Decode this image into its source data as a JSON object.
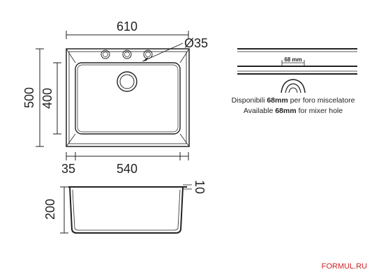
{
  "drawing": {
    "top_view": {
      "width_label": "610",
      "hole_label": "Ø35",
      "depth_outer_label": "500",
      "depth_inner_label": "400",
      "rim_label": "35",
      "inner_width_label": "540"
    },
    "section_view": {
      "height_label": "200",
      "rim_thickness_label": "10"
    },
    "mixer_detail": {
      "hole_size_label": "68 mm",
      "note_it_pre": "Disponibili ",
      "note_it_bold": "68mm",
      "note_it_post": " per foro miscelatore",
      "note_en_pre": "Available ",
      "note_en_bold": "68mm",
      "note_en_post": " for mixer hole"
    },
    "watermark": "FORMUL.RU"
  }
}
